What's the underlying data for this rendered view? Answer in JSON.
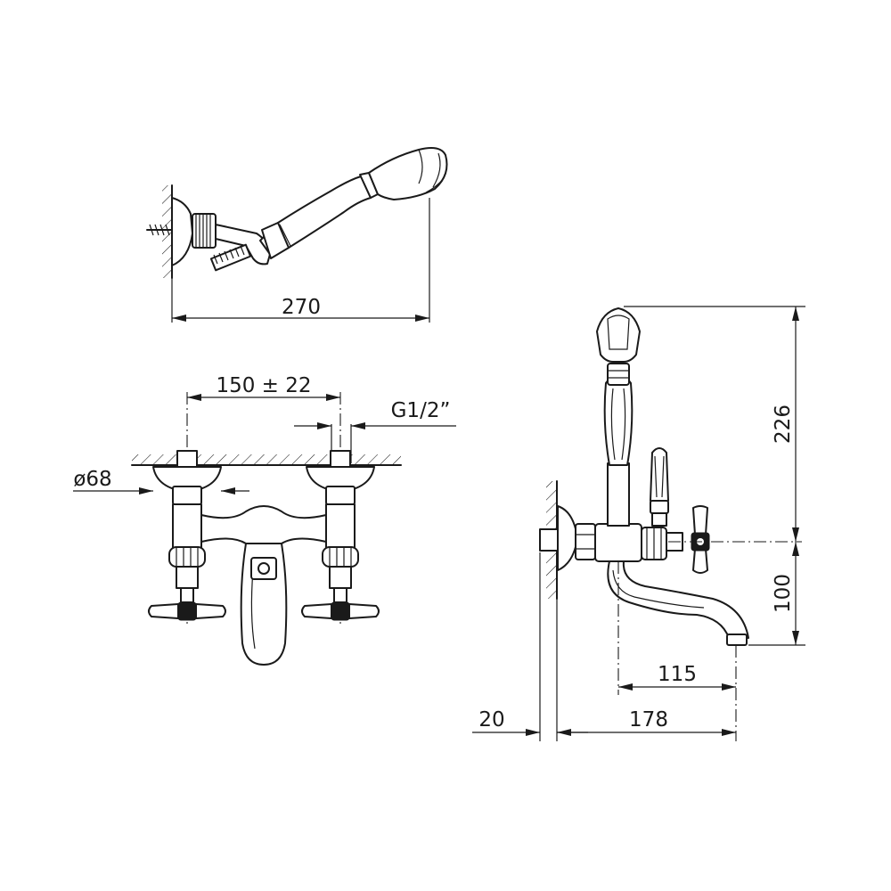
{
  "dimensions": {
    "shower_length": "270",
    "valve_spacing": "150 ± 22",
    "thread": "G1/2”",
    "flange_diameter": "ø68",
    "height_spout_to_top": "226",
    "spout_drop": "100",
    "spout_reach_from_axis": "115",
    "total_projection": "178",
    "wall_thickness": "20"
  }
}
